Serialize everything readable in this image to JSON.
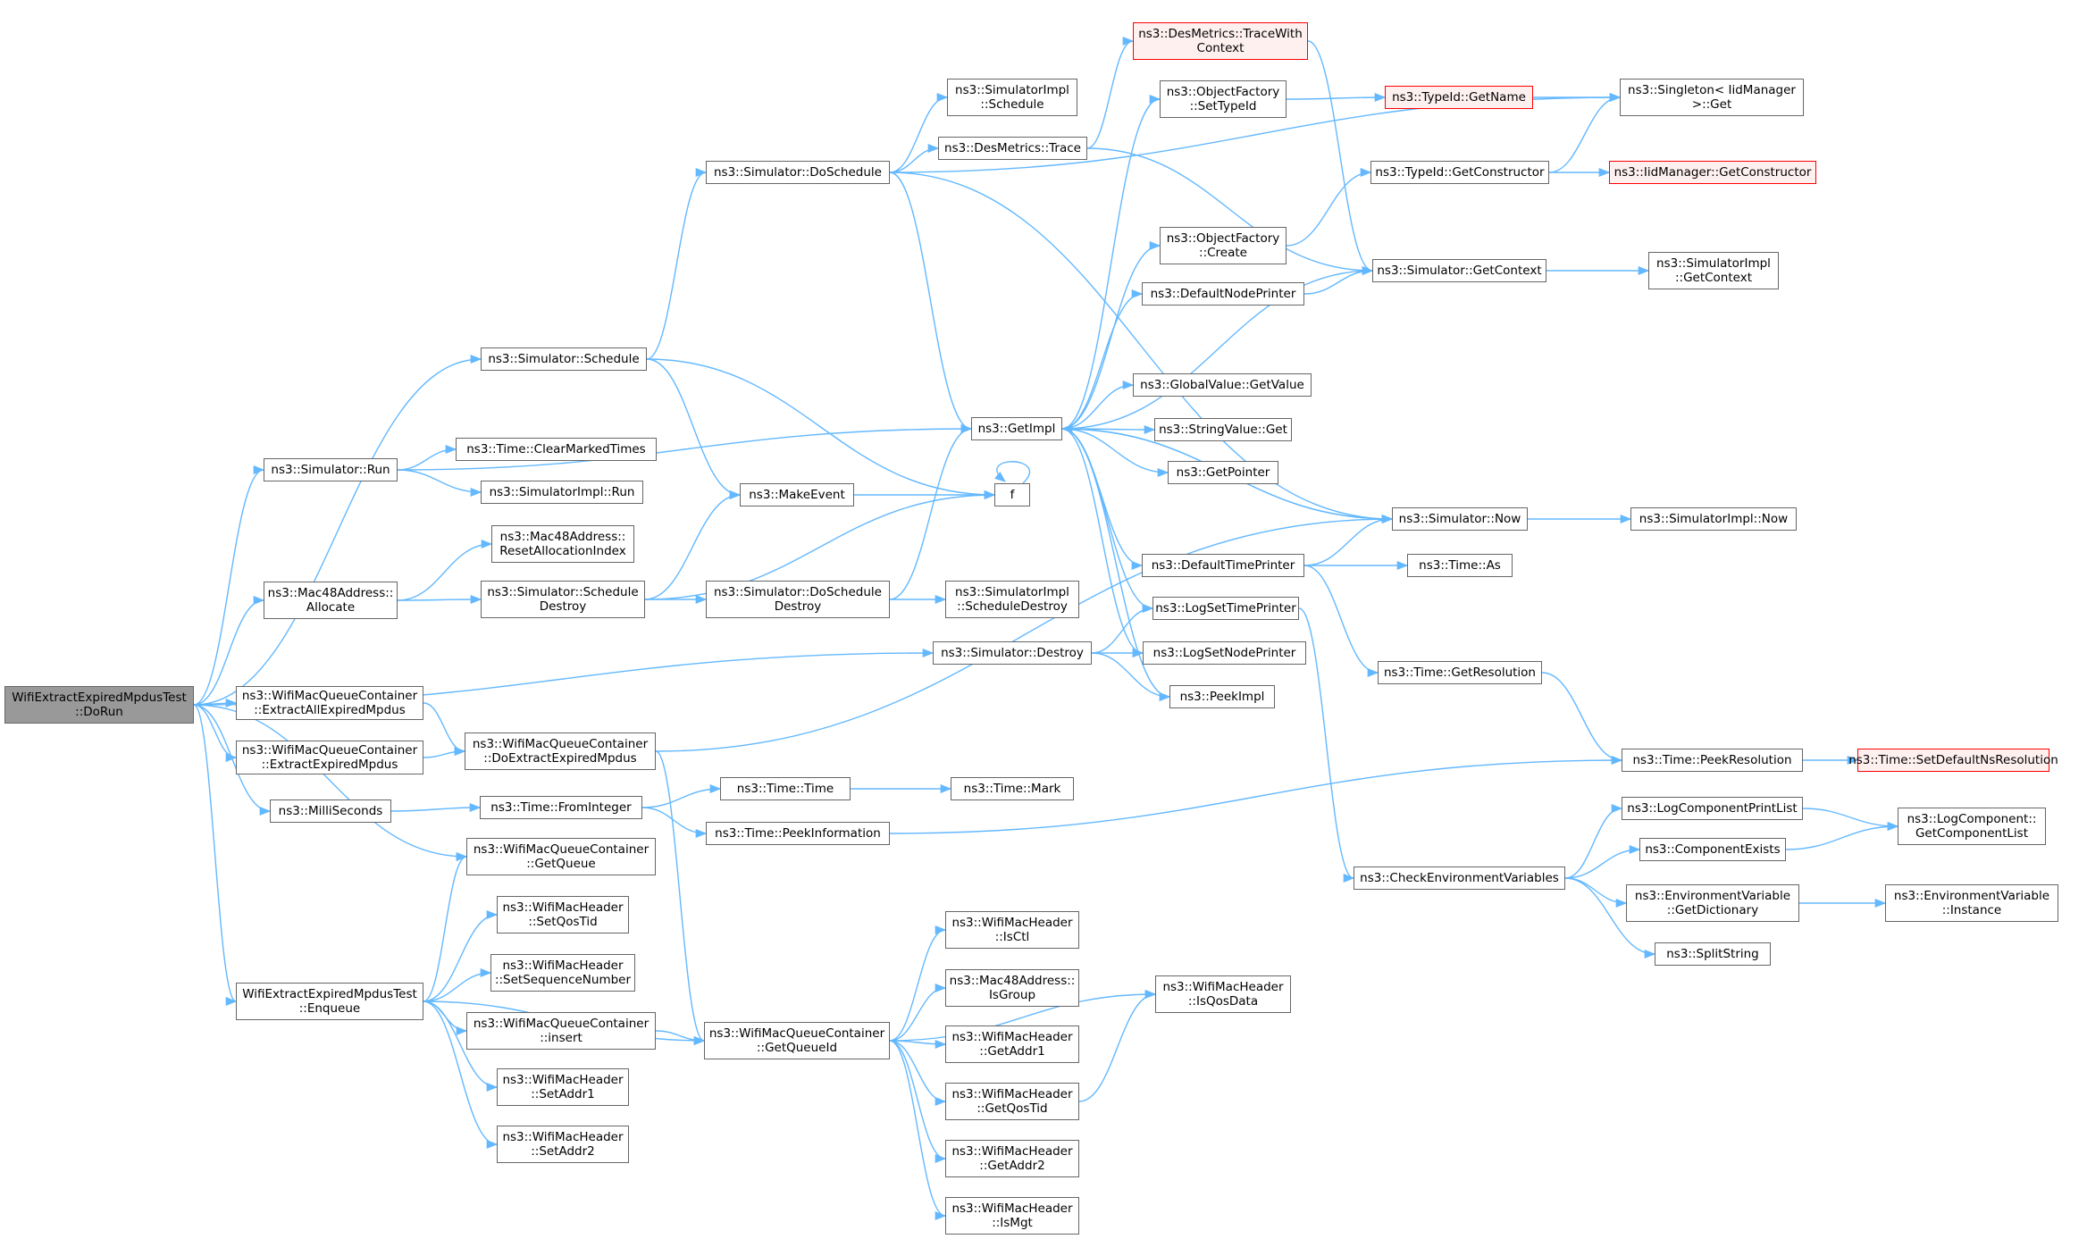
{
  "colors": {
    "edge": "#63b8ff",
    "node_border": "#666666",
    "root_fill": "#999999",
    "truncated_border": "#ff0000",
    "truncated_fill": "#fff0f0"
  },
  "nodes": [
    {
      "id": "root",
      "lines": [
        "WifiExtractExpiredMpdusTest",
        "::DoRun"
      ],
      "root": true
    },
    {
      "id": "schedule",
      "lines": [
        "ns3::Simulator::Schedule"
      ]
    },
    {
      "id": "run",
      "lines": [
        "ns3::Simulator::Run"
      ]
    },
    {
      "id": "allocate",
      "lines": [
        "ns3::Mac48Address::",
        "Allocate"
      ]
    },
    {
      "id": "extractall",
      "lines": [
        "ns3::WifiMacQueueContainer",
        "::ExtractAllExpiredMpdus"
      ]
    },
    {
      "id": "extractexp",
      "lines": [
        "ns3::WifiMacQueueContainer",
        "::ExtractExpiredMpdus"
      ]
    },
    {
      "id": "millis",
      "lines": [
        "ns3::MilliSeconds"
      ]
    },
    {
      "id": "getqueue",
      "lines": [
        "ns3::WifiMacQueueContainer",
        "::GetQueue"
      ]
    },
    {
      "id": "enqueue",
      "lines": [
        "WifiExtractExpiredMpdusTest",
        "::Enqueue"
      ]
    },
    {
      "id": "doschedule",
      "lines": [
        "ns3::Simulator::DoSchedule"
      ]
    },
    {
      "id": "clearmarked",
      "lines": [
        "ns3::Time::ClearMarkedTimes"
      ]
    },
    {
      "id": "simimplrun",
      "lines": [
        "ns3::SimulatorImpl::Run"
      ]
    },
    {
      "id": "resetalloc",
      "lines": [
        "ns3::Mac48Address::",
        "ResetAllocationIndex"
      ]
    },
    {
      "id": "schedestroy",
      "lines": [
        "ns3::Simulator::Schedule",
        "Destroy"
      ]
    },
    {
      "id": "doextract",
      "lines": [
        "ns3::WifiMacQueueContainer",
        "::DoExtractExpiredMpdus"
      ]
    },
    {
      "id": "frominteger",
      "lines": [
        "ns3::Time::FromInteger"
      ]
    },
    {
      "id": "setqostid",
      "lines": [
        "ns3::WifiMacHeader",
        "::SetQosTid"
      ]
    },
    {
      "id": "setseq",
      "lines": [
        "ns3::WifiMacHeader",
        "::SetSequenceNumber"
      ]
    },
    {
      "id": "insert",
      "lines": [
        "ns3::WifiMacQueueContainer",
        "::insert"
      ]
    },
    {
      "id": "setaddr1",
      "lines": [
        "ns3::WifiMacHeader",
        "::SetAddr1"
      ]
    },
    {
      "id": "setaddr2",
      "lines": [
        "ns3::WifiMacHeader",
        "::SetAddr2"
      ]
    },
    {
      "id": "simimplschedule",
      "lines": [
        "ns3::SimulatorImpl",
        "::Schedule"
      ]
    },
    {
      "id": "desmetricstrace",
      "lines": [
        "ns3::DesMetrics::Trace"
      ]
    },
    {
      "id": "makeevent",
      "lines": [
        "ns3::MakeEvent"
      ]
    },
    {
      "id": "doschedestroy",
      "lines": [
        "ns3::Simulator::DoSchedule",
        "Destroy"
      ]
    },
    {
      "id": "simdestroy",
      "lines": [
        "ns3::Simulator::Destroy"
      ]
    },
    {
      "id": "timetime",
      "lines": [
        "ns3::Time::Time"
      ]
    },
    {
      "id": "peekinfo",
      "lines": [
        "ns3::Time::PeekInformation"
      ]
    },
    {
      "id": "getqueueid",
      "lines": [
        "ns3::WifiMacQueueContainer",
        "::GetQueueId"
      ]
    },
    {
      "id": "tracewithctx",
      "lines": [
        "ns3::DesMetrics::TraceWith",
        "Context"
      ],
      "truncated": true
    },
    {
      "id": "getimpl",
      "lines": [
        "ns3::GetImpl"
      ]
    },
    {
      "id": "f",
      "lines": [
        "f"
      ]
    },
    {
      "id": "simimplschedestroy",
      "lines": [
        "ns3::SimulatorImpl",
        "::ScheduleDestroy"
      ]
    },
    {
      "id": "timemark",
      "lines": [
        "ns3::Time::Mark"
      ]
    },
    {
      "id": "isctl",
      "lines": [
        "ns3::WifiMacHeader",
        "::IsCtl"
      ]
    },
    {
      "id": "isgroup",
      "lines": [
        "ns3::Mac48Address::",
        "IsGroup"
      ]
    },
    {
      "id": "getaddr1",
      "lines": [
        "ns3::WifiMacHeader",
        "::GetAddr1"
      ]
    },
    {
      "id": "getqostid",
      "lines": [
        "ns3::WifiMacHeader",
        "::GetQosTid"
      ]
    },
    {
      "id": "getaddr2",
      "lines": [
        "ns3::WifiMacHeader",
        "::GetAddr2"
      ]
    },
    {
      "id": "ismgt",
      "lines": [
        "ns3::WifiMacHeader",
        "::IsMgt"
      ]
    },
    {
      "id": "ofsettypeid",
      "lines": [
        "ns3::ObjectFactory",
        "::SetTypeId"
      ]
    },
    {
      "id": "ofcreate",
      "lines": [
        "ns3::ObjectFactory",
        "::Create"
      ]
    },
    {
      "id": "defnodeprinter",
      "lines": [
        "ns3::DefaultNodePrinter"
      ]
    },
    {
      "id": "gvgetvalue",
      "lines": [
        "ns3::GlobalValue::GetValue"
      ]
    },
    {
      "id": "svget",
      "lines": [
        "ns3::StringValue::Get"
      ]
    },
    {
      "id": "getpointer",
      "lines": [
        "ns3::GetPointer"
      ]
    },
    {
      "id": "deftimeprinter",
      "lines": [
        "ns3::DefaultTimePrinter"
      ]
    },
    {
      "id": "logsettime",
      "lines": [
        "ns3::LogSetTimePrinter"
      ]
    },
    {
      "id": "logsetnode",
      "lines": [
        "ns3::LogSetNodePrinter"
      ]
    },
    {
      "id": "peekimpl",
      "lines": [
        "ns3::PeekImpl"
      ]
    },
    {
      "id": "isqosdata",
      "lines": [
        "ns3::WifiMacHeader",
        "::IsQosData"
      ]
    },
    {
      "id": "typeidgetname",
      "lines": [
        "ns3::TypeId::GetName"
      ],
      "truncated": true
    },
    {
      "id": "typeidgetctor",
      "lines": [
        "ns3::TypeId::GetConstructor"
      ]
    },
    {
      "id": "simgetcontext",
      "lines": [
        "ns3::Simulator::GetContext"
      ]
    },
    {
      "id": "simnow",
      "lines": [
        "ns3::Simulator::Now"
      ]
    },
    {
      "id": "timeas",
      "lines": [
        "ns3::Time::As"
      ]
    },
    {
      "id": "getresolution",
      "lines": [
        "ns3::Time::GetResolution"
      ]
    },
    {
      "id": "peekresolution",
      "lines": [
        "ns3::Time::PeekResolution"
      ]
    },
    {
      "id": "checkenv",
      "lines": [
        "ns3::CheckEnvironmentVariables"
      ]
    },
    {
      "id": "singleton",
      "lines": [
        "ns3::Singleton< IidManager",
        ">::Get"
      ]
    },
    {
      "id": "iidgetctor",
      "lines": [
        "ns3::IidManager::GetConstructor"
      ],
      "truncated": true
    },
    {
      "id": "simimplgetctx",
      "lines": [
        "ns3::SimulatorImpl",
        "::GetContext"
      ]
    },
    {
      "id": "simimplnow",
      "lines": [
        "ns3::SimulatorImpl::Now"
      ]
    },
    {
      "id": "setdefaultns",
      "lines": [
        "ns3::Time::SetDefaultNsResolution"
      ],
      "truncated": true
    },
    {
      "id": "logcompprint",
      "lines": [
        "ns3::LogComponentPrintList"
      ]
    },
    {
      "id": "compexists",
      "lines": [
        "ns3::ComponentExists"
      ]
    },
    {
      "id": "envgetdict",
      "lines": [
        "ns3::EnvironmentVariable",
        "::GetDictionary"
      ]
    },
    {
      "id": "splitstring",
      "lines": [
        "ns3::SplitString"
      ]
    },
    {
      "id": "logcompgetlist",
      "lines": [
        "ns3::LogComponent::",
        "GetComponentList"
      ]
    },
    {
      "id": "envinstance",
      "lines": [
        "ns3::EnvironmentVariable",
        "::Instance"
      ]
    }
  ],
  "edges": [
    [
      "root",
      "schedule"
    ],
    [
      "root",
      "run"
    ],
    [
      "root",
      "allocate"
    ],
    [
      "root",
      "extractall"
    ],
    [
      "root",
      "extractexp"
    ],
    [
      "root",
      "millis"
    ],
    [
      "root",
      "getqueue"
    ],
    [
      "root",
      "enqueue"
    ],
    [
      "root",
      "simdestroy"
    ],
    [
      "schedule",
      "doschedule"
    ],
    [
      "schedule",
      "makeevent"
    ],
    [
      "schedule",
      "f"
    ],
    [
      "run",
      "getimpl"
    ],
    [
      "run",
      "clearmarked"
    ],
    [
      "run",
      "simimplrun"
    ],
    [
      "allocate",
      "resetalloc"
    ],
    [
      "allocate",
      "schedestroy"
    ],
    [
      "extractall",
      "doextract"
    ],
    [
      "extractexp",
      "doextract"
    ],
    [
      "millis",
      "frominteger"
    ],
    [
      "enqueue",
      "getqueue"
    ],
    [
      "enqueue",
      "setqostid"
    ],
    [
      "enqueue",
      "setseq"
    ],
    [
      "enqueue",
      "insert"
    ],
    [
      "enqueue",
      "setaddr1"
    ],
    [
      "enqueue",
      "setaddr2"
    ],
    [
      "enqueue",
      "getqueueid"
    ],
    [
      "doschedule",
      "simimplschedule"
    ],
    [
      "doschedule",
      "desmetricstrace"
    ],
    [
      "doschedule",
      "getimpl"
    ],
    [
      "doschedule",
      "singleton"
    ],
    [
      "doschedule",
      "simnow"
    ],
    [
      "schedestroy",
      "makeevent"
    ],
    [
      "schedestroy",
      "f"
    ],
    [
      "schedestroy",
      "doschedestroy"
    ],
    [
      "doextract",
      "simnow"
    ],
    [
      "doextract",
      "getqueueid"
    ],
    [
      "frominteger",
      "timetime"
    ],
    [
      "frominteger",
      "peekinfo"
    ],
    [
      "insert",
      "getqueueid"
    ],
    [
      "desmetricstrace",
      "tracewithctx"
    ],
    [
      "desmetricstrace",
      "simgetcontext"
    ],
    [
      "makeevent",
      "f"
    ],
    [
      "doschedestroy",
      "getimpl"
    ],
    [
      "doschedestroy",
      "simimplschedestroy"
    ],
    [
      "simdestroy",
      "logsettime"
    ],
    [
      "simdestroy",
      "logsetnode"
    ],
    [
      "simdestroy",
      "peekimpl"
    ],
    [
      "timetime",
      "timemark"
    ],
    [
      "peekinfo",
      "peekresolution"
    ],
    [
      "getqueueid",
      "isctl"
    ],
    [
      "getqueueid",
      "isgroup"
    ],
    [
      "getqueueid",
      "getaddr1"
    ],
    [
      "getqueueid",
      "getqostid"
    ],
    [
      "getqueueid",
      "getaddr2"
    ],
    [
      "getqueueid",
      "ismgt"
    ],
    [
      "getqueueid",
      "isqosdata"
    ],
    [
      "tracewithctx",
      "simgetcontext"
    ],
    [
      "getimpl",
      "ofsettypeid"
    ],
    [
      "getimpl",
      "ofcreate"
    ],
    [
      "getimpl",
      "defnodeprinter"
    ],
    [
      "getimpl",
      "gvgetvalue"
    ],
    [
      "getimpl",
      "svget"
    ],
    [
      "getimpl",
      "getpointer"
    ],
    [
      "getimpl",
      "deftimeprinter"
    ],
    [
      "getimpl",
      "logsettime"
    ],
    [
      "getimpl",
      "logsetnode"
    ],
    [
      "getimpl",
      "peekimpl"
    ],
    [
      "getimpl",
      "simnow"
    ],
    [
      "f",
      "f"
    ],
    [
      "getqostid",
      "isqosdata"
    ],
    [
      "ofsettypeid",
      "typeidgetname"
    ],
    [
      "ofcreate",
      "typeidgetctor"
    ],
    [
      "defnodeprinter",
      "simgetcontext"
    ],
    [
      "deftimeprinter",
      "simnow"
    ],
    [
      "deftimeprinter",
      "timeas"
    ],
    [
      "deftimeprinter",
      "getresolution"
    ],
    [
      "logsettime",
      "checkenv"
    ],
    [
      "typeidgetname",
      "singleton"
    ],
    [
      "typeidgetctor",
      "singleton"
    ],
    [
      "typeidgetctor",
      "iidgetctor"
    ],
    [
      "simgetcontext",
      "getimpl"
    ],
    [
      "simgetcontext",
      "simimplgetctx"
    ],
    [
      "simnow",
      "getimpl"
    ],
    [
      "simnow",
      "simimplnow"
    ],
    [
      "getresolution",
      "peekresolution"
    ],
    [
      "peekresolution",
      "setdefaultns"
    ],
    [
      "checkenv",
      "logcompprint"
    ],
    [
      "checkenv",
      "compexists"
    ],
    [
      "checkenv",
      "envgetdict"
    ],
    [
      "checkenv",
      "splitstring"
    ],
    [
      "logcompprint",
      "logcompgetlist"
    ],
    [
      "compexists",
      "logcompgetlist"
    ],
    [
      "envgetdict",
      "envinstance"
    ]
  ]
}
